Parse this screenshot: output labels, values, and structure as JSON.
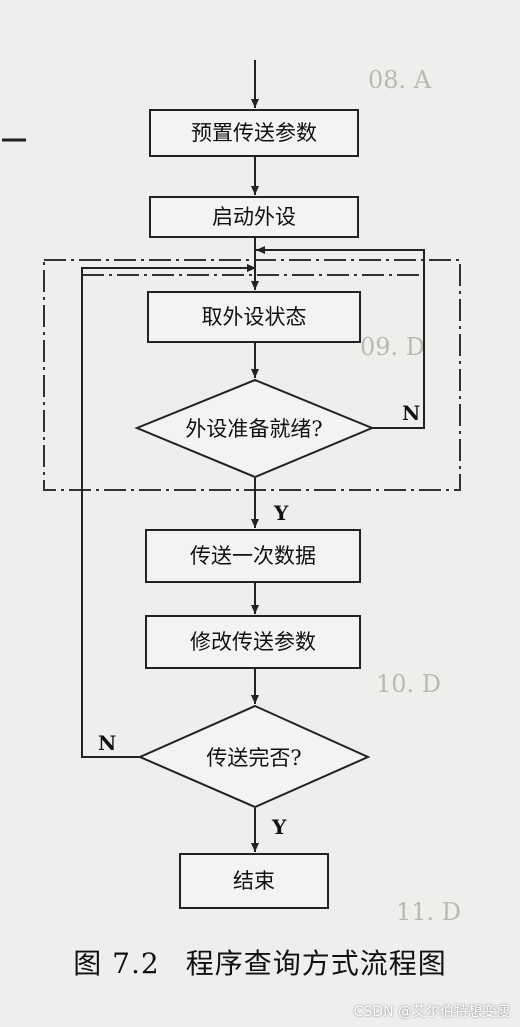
{
  "background_fragments": [
    "08. A",
    "09. D",
    "10. D",
    "11. D"
  ],
  "nodes": {
    "preset": "预置传送参数",
    "start_device": "启动外设",
    "get_status": "取外设状态",
    "device_ready": "外设准备就绪?",
    "transfer_once": "传送一次数据",
    "modify_params": "修改传送参数",
    "transfer_done": "传送完否?",
    "end": "结束"
  },
  "branch_labels": {
    "ready_no": "N",
    "ready_yes": "Y",
    "done_no": "N",
    "done_yes": "Y"
  },
  "caption": {
    "number": "图 7.2",
    "title": "程序查询方式流程图"
  },
  "watermark": "CSDN @艾尔伯特想变瘦"
}
